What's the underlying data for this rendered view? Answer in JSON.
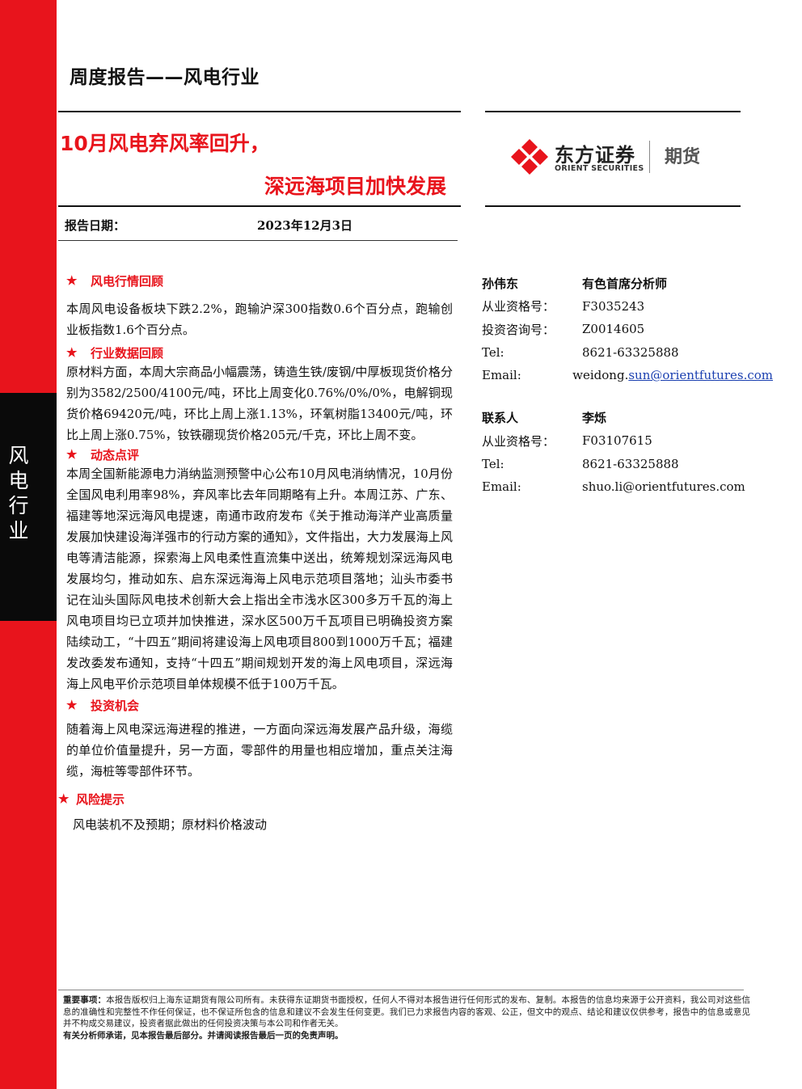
{
  "side_label": [
    "风",
    "电",
    "行",
    "业"
  ],
  "report_type": "周度报告——风电行业",
  "title_line1": "10月风电弃风率回升，",
  "title_line2": "深远海项目加快发展",
  "date_label": "报告日期：",
  "date_value": "2023年12月3日",
  "logo": {
    "name_cn": "东方证券",
    "name_en": "ORIENT SECURITIES",
    "suffix": "期货",
    "brand_color": "#e8141c"
  },
  "sections": [
    {
      "star": "★",
      "heading": "风电行情回顾",
      "body": "本周风电设备板块下跌2.2%，跑输沪深300指数0.6个百分点，跑输创业板指数1.6个百分点。"
    },
    {
      "star": "★",
      "heading": "行业数据回顾",
      "body": "原材料方面，本周大宗商品小幅震荡，铸造生铁/废钢/中厚板现货价格分别为3582/2500/4100元/吨，环比上周变化0.76%/0%/0%，电解铜现货价格69420元/吨，环比上周上涨1.13%，环氧树脂13400元/吨，环比上周上涨0.75%，钕铁硼现货价格205元/千克，环比上周不变。"
    },
    {
      "star": "★",
      "heading": "动态点评",
      "body": "本周全国新能源电力消纳监测预警中心公布10月风电消纳情况，10月份全国风电利用率98%，弃风率比去年同期略有上升。本周江苏、广东、福建等地深远海风电提速，南通市政府发布《关于推动海洋产业高质量发展加快建设海洋强市的行动方案的通知》，文件指出，大力发展海上风电等清洁能源，探索海上风电柔性直流集中送出，统筹规划深远海风电发展均匀，推动如东、启东深远海海上风电示范项目落地；汕头市委书记在汕头国际风电技术创新大会上指出全市浅水区300多万千瓦的海上风电项目均已立项并加快推进，深水区500万千瓦项目已明确投资方案陆续动工，“十四五”期间将建设海上风电项目800到1000万千瓦；福建发改委发布通知，支持“十四五”期间规划开发的海上风电项目，深远海海上风电平价示范项目单体规模不低于100万千瓦。"
    },
    {
      "star": "★",
      "heading": "投资机会",
      "body": "随着海上风电深远海进程的推进，一方面向深远海发展产品升级，海缆的单位价值量提升，另一方面，零部件的用量也相应增加，重点关注海缆，海桩等零部件环节。"
    },
    {
      "star": "★",
      "heading": "风险提示",
      "body": "风电装机不及预期；原材料价格波动"
    }
  ],
  "analyst": {
    "name": "孙伟东",
    "title": "有色首席分析师",
    "rows": [
      {
        "k": "从业资格号：",
        "v": "F3035243"
      },
      {
        "k": "投资咨询号：",
        "v": "Z0014605"
      },
      {
        "k": "Tel:",
        "v": "8621-63325888"
      }
    ],
    "email_label": "Email:",
    "email_pre": "weidong.",
    "email_link": "sun@orientfutures.com"
  },
  "contact": {
    "label": "联系人",
    "name": "李烁",
    "rows": [
      {
        "k": "从业资格号：",
        "v": "F03107615"
      },
      {
        "k": "Tel:",
        "v": "8621-63325888"
      },
      {
        "k": "Email:",
        "v": "shuo.li@orientfutures.com"
      }
    ]
  },
  "footer": {
    "notice_label": "重要事项：",
    "notice_text": "本报告版权归上海东证期货有限公司所有。未获得东证期货书面授权，任何人不得对本报告进行任何形式的发布、复制。本报告的信息均来源于公开资料，我公司对这些信息的准确性和完整性不作任何保证，也不保证所包含的信息和建议不会发生任何变更。我们已力求报告内容的客观、公正，但文中的观点、结论和建议仅供参考，报告中的信息或意见并不构成交易建议，投资者据此做出的任何投资决策与本公司和作者无关。",
    "commitment": "有关分析师承诺，见本报告最后部分。并请阅读报告最后一页的免责声明。"
  }
}
